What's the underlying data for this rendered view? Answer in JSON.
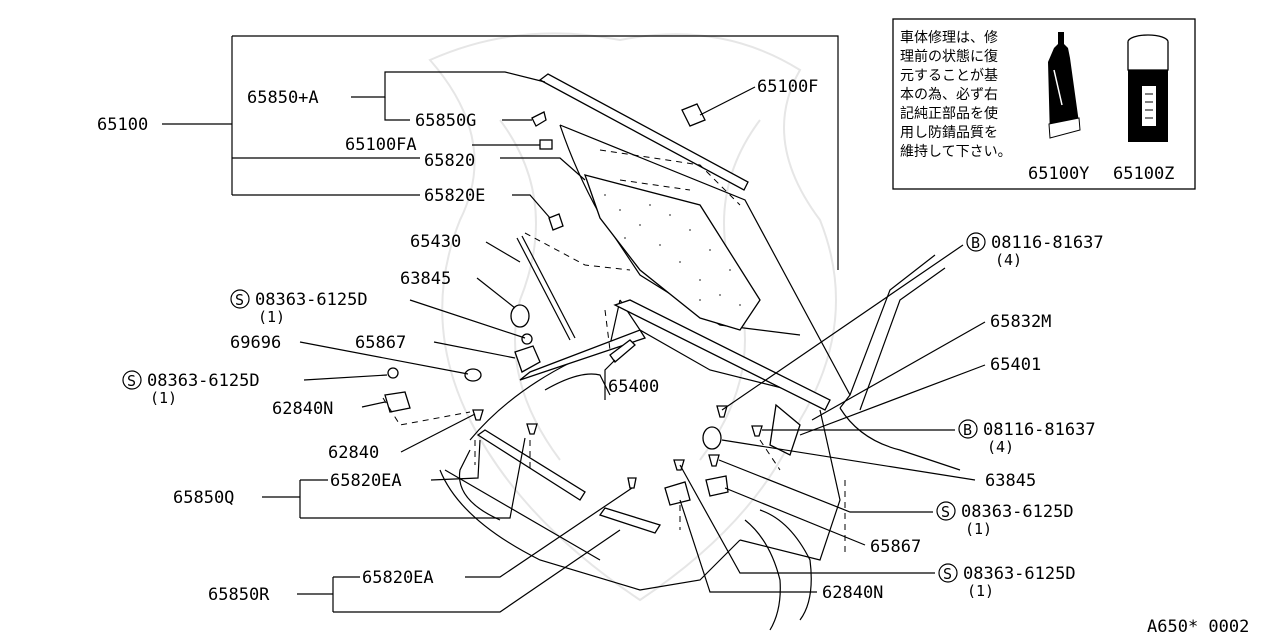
{
  "parts": {
    "p65100": "65100",
    "p65850a": "65850+A",
    "p65850g": "65850G",
    "p65100f": "65100F",
    "p65100fa": "65100FA",
    "p65820": "65820",
    "p65820e": "65820E",
    "p65430": "65430",
    "p63845a": "63845",
    "s1_num": "08363-6125D",
    "s1_qty": "(1)",
    "p69696": "69696",
    "p65867a": "65867",
    "s2_num": "08363-6125D",
    "s2_qty": "(1)",
    "p62840n_a": "62840N",
    "p62840": "62840",
    "p65400": "65400",
    "p65850q": "65850Q",
    "p65820ea_a": "65820EA",
    "p65850r": "65850R",
    "p65820ea_b": "65820EA",
    "b1_num": "08116-81637",
    "b1_qty": "(4)",
    "p65832m": "65832M",
    "p65401": "65401",
    "b2_num": "08116-81637",
    "b2_qty": "(4)",
    "p63845b": "63845",
    "s3_num": "08363-6125D",
    "s3_qty": "(1)",
    "p65867b": "65867",
    "s4_num": "08363-6125D",
    "s4_qty": "(1)",
    "p62840n_b": "62840N",
    "p65100y": "65100Y",
    "p65100z": "65100Z"
  },
  "symbols": {
    "s": "S",
    "b": "B"
  },
  "note_lines": [
    "車体修理は、修",
    "理前の状態に復",
    "元することが基",
    "本の為、必ず右",
    "記純正部品を使",
    "用し防錆品質を",
    "維持して下さい。"
  ],
  "diagram_code": "A650* 0002"
}
